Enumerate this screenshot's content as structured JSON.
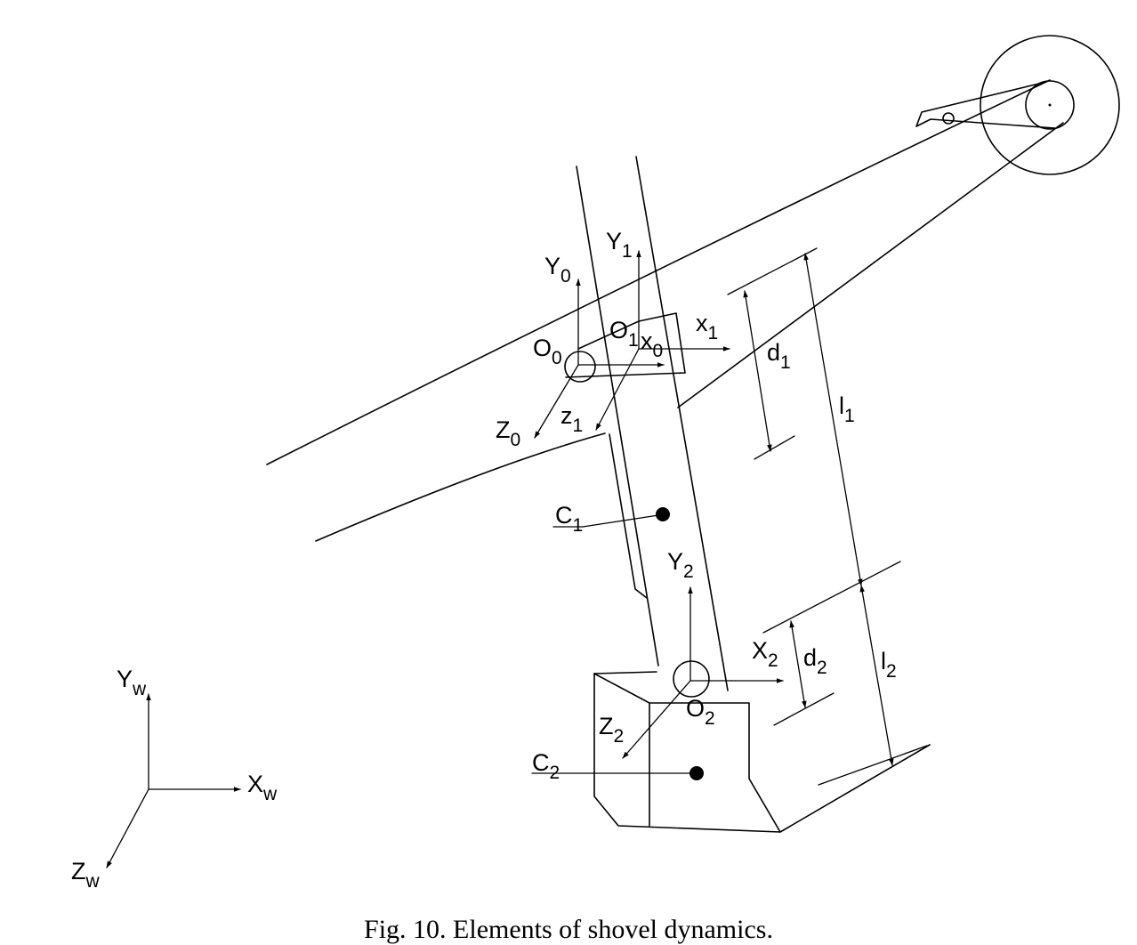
{
  "caption": "Fig. 10. Elements of shovel dynamics.",
  "labels": {
    "Y0": {
      "main": "Y",
      "sub": "0"
    },
    "Y1": {
      "main": "Y",
      "sub": "1"
    },
    "O0": {
      "main": "O",
      "sub": "0"
    },
    "O1": {
      "main": "O",
      "sub": "1"
    },
    "x0": {
      "main": "x",
      "sub": "0"
    },
    "x1": {
      "main": "x",
      "sub": "1"
    },
    "Z0": {
      "main": "Z",
      "sub": "0"
    },
    "z1": {
      "main": "z",
      "sub": "1"
    },
    "d1": {
      "main": "d",
      "sub": "1"
    },
    "l1": {
      "main": "l",
      "sub": "1"
    },
    "C1": {
      "main": "C",
      "sub": "1"
    },
    "Y2": {
      "main": "Y",
      "sub": "2"
    },
    "X2": {
      "main": "X",
      "sub": "2"
    },
    "d2": {
      "main": "d",
      "sub": "2"
    },
    "l2": {
      "main": "l",
      "sub": "2"
    },
    "O2": {
      "main": "O",
      "sub": "2"
    },
    "Z2": {
      "main": "Z",
      "sub": "2"
    },
    "C2": {
      "main": "C",
      "sub": "2"
    },
    "Yw": {
      "main": "Y",
      "sub": "w"
    },
    "Xw": {
      "main": "X",
      "sub": "w"
    },
    "Zw": {
      "main": "Z",
      "sub": "w"
    }
  }
}
